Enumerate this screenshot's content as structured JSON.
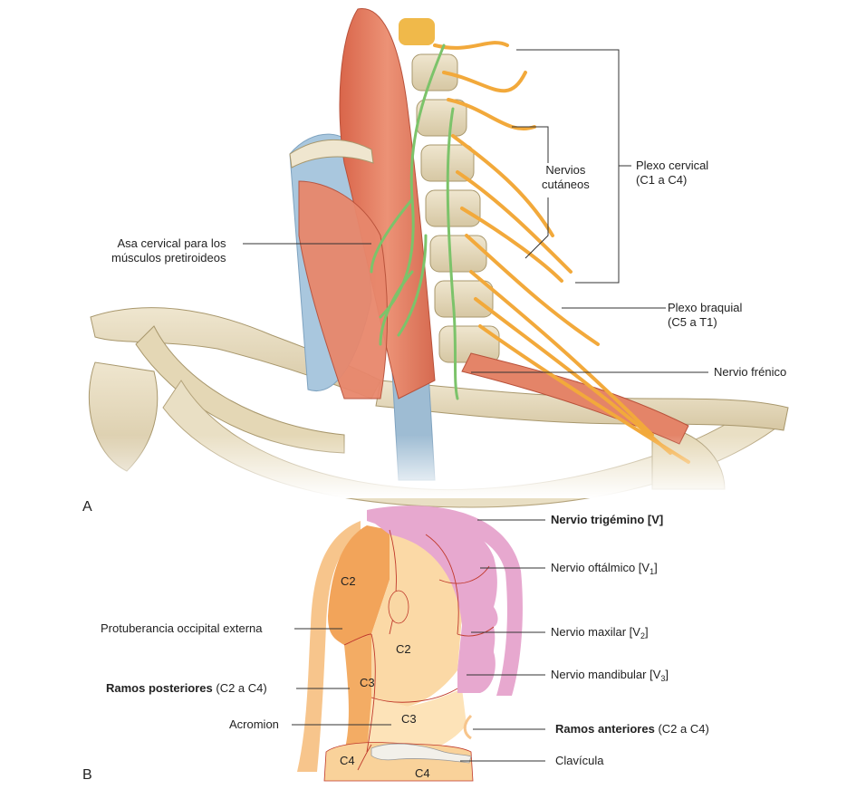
{
  "panel_a": {
    "letter": "A",
    "labels": {
      "plexo_cervical_1": "Plexo cervical",
      "plexo_cervical_2": "(C1 a C4)",
      "nervios_cutaneos_1": "Nervios",
      "nervios_cutaneos_2": "cutáneos",
      "asa_cervical_1": "Asa cervical para los",
      "asa_cervical_2": "músculos pretiroideos",
      "plexo_braquial_1": "Plexo braquial",
      "plexo_braquial_2": "(C5 a T1)",
      "nervio_frenico": "Nervio frénico"
    }
  },
  "panel_b": {
    "letter": "B",
    "labels": {
      "nervio_trigemino": "Nervio trigémino [V]",
      "oftalmico_main": "Nervio oftálmico [V",
      "oftalmico_sub": "1",
      "oftalmico_end": "]",
      "maxilar_main": "Nervio maxilar [V",
      "maxilar_sub": "2",
      "maxilar_end": "]",
      "mandibular_main": "Nervio mandibular [V",
      "mandibular_sub": "3",
      "mandibular_end": "]",
      "protuberancia": "Protuberancia occipital externa",
      "ramos_posteriores_bold": "Ramos posteriores",
      "ramos_posteriores_rest": " (C2 a C4)",
      "acromion": "Acromion",
      "ramos_anteriores_bold": "Ramos anteriores",
      "ramos_anteriores_rest": " (C2 a C4)",
      "clavicula": "Clavícula"
    },
    "dermatomes": {
      "c2_back": "C2",
      "c2_neck": "C2",
      "c3_back": "C3",
      "c3_neck": "C3",
      "c4_back": "C4",
      "c4_front": "C4"
    }
  },
  "colors": {
    "muscle": "#e07a5f",
    "bone": "#e8dcc0",
    "nerve_plexus": "#f2a93b",
    "nerve_ansa": "#7cc36a",
    "trigeminal": "#e7a8cf",
    "c2_zone": "#f2b36b",
    "c3_zone": "#f7d49a",
    "dermatome_line": "#c0392b"
  }
}
